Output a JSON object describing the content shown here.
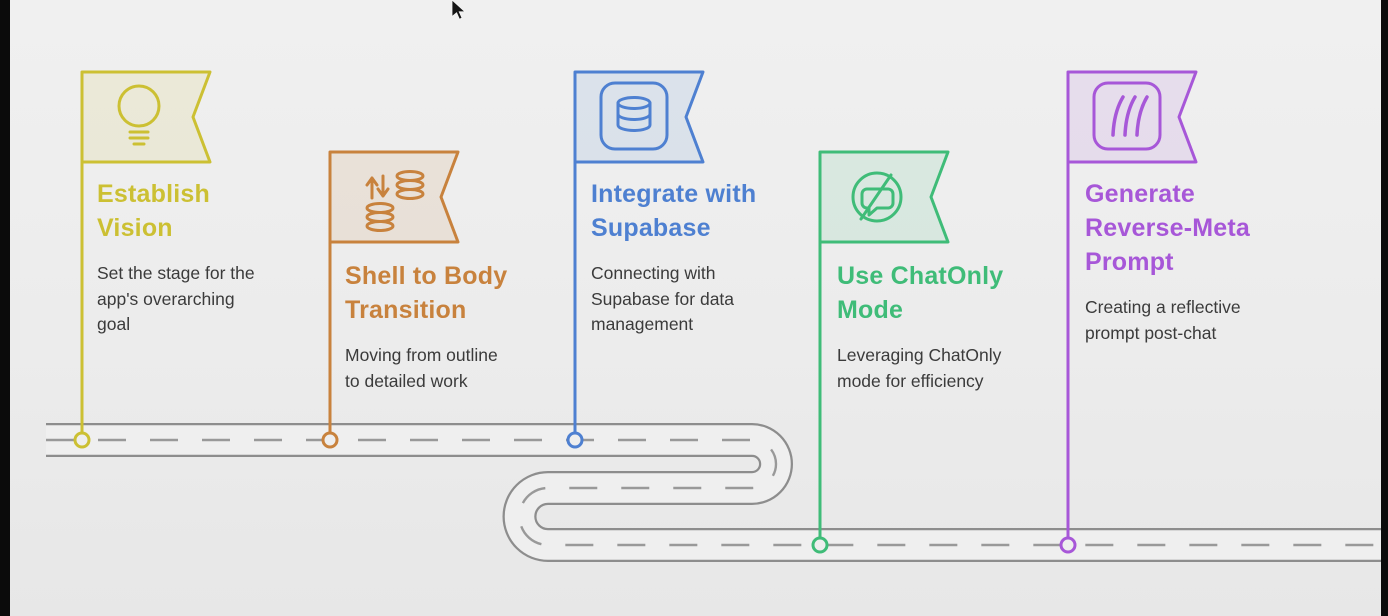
{
  "frame": {
    "background": "#ececec",
    "left_bar_color": "#0b0b0b",
    "right_bar_color": "#0b0b0b"
  },
  "road": {
    "edge_color": "#8d8d8d",
    "surface_color": "#efefef",
    "dash_color": "#999999"
  },
  "milestones": [
    {
      "title": "Establish\nVision",
      "description": "Set the stage for the\napp's overarching\ngoal",
      "color": "#ccc033",
      "icon": "lightbulb-icon"
    },
    {
      "title": "Shell to Body\nTransition",
      "description": "Moving from outline\nto detailed work",
      "color": "#c8823d",
      "icon": "sync-stacks-icon"
    },
    {
      "title": "Integrate with\nSupabase",
      "description": "Connecting with\nSupabase for data\nmanagement",
      "color": "#4e80d1",
      "icon": "database-icon"
    },
    {
      "title": "Use ChatOnly\nMode",
      "description": "Leveraging ChatOnly\nmode for efficiency",
      "color": "#3fbc78",
      "icon": "chat-disabled-icon"
    },
    {
      "title": "Generate\nReverse-Meta\nPrompt",
      "description": "Creating a reflective\nprompt post-chat",
      "color": "#a757d8",
      "icon": "reverse-strokes-icon"
    }
  ]
}
